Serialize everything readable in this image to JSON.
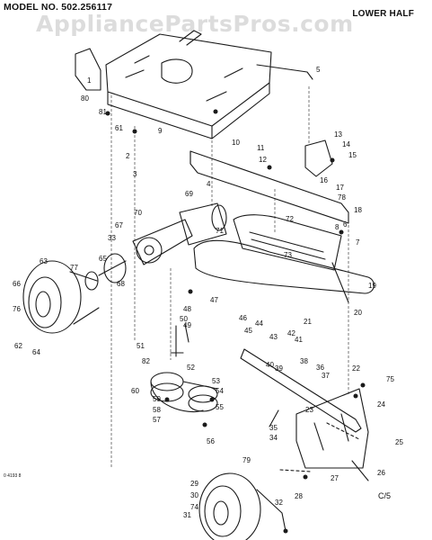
{
  "header": {
    "model": "MODEL NO. 502.256117",
    "section": "LOWER HALF",
    "watermark": "AppliancePartsPros.com"
  },
  "footer": {
    "code": "0 4193 8",
    "sheet": "C/5"
  },
  "diagram": {
    "part_labels": [
      "1",
      "2",
      "3",
      "4",
      "5",
      "6",
      "7",
      "8",
      "9",
      "10",
      "11",
      "12",
      "13",
      "14",
      "15",
      "16",
      "17",
      "18",
      "19",
      "20",
      "21",
      "22",
      "23",
      "24",
      "25",
      "26",
      "27",
      "28",
      "29",
      "30",
      "31",
      "32",
      "33",
      "34",
      "35",
      "36",
      "37",
      "38",
      "39",
      "40",
      "41",
      "42",
      "43",
      "44",
      "45",
      "46",
      "47",
      "48",
      "49",
      "50",
      "51",
      "52",
      "53",
      "54",
      "55",
      "56",
      "57",
      "58",
      "59",
      "60",
      "61",
      "62",
      "63",
      "64",
      "65",
      "66",
      "67",
      "68",
      "69",
      "70",
      "71",
      "72",
      "73",
      "74",
      "75",
      "76",
      "77",
      "78",
      "79",
      "80",
      "81",
      "82"
    ]
  }
}
